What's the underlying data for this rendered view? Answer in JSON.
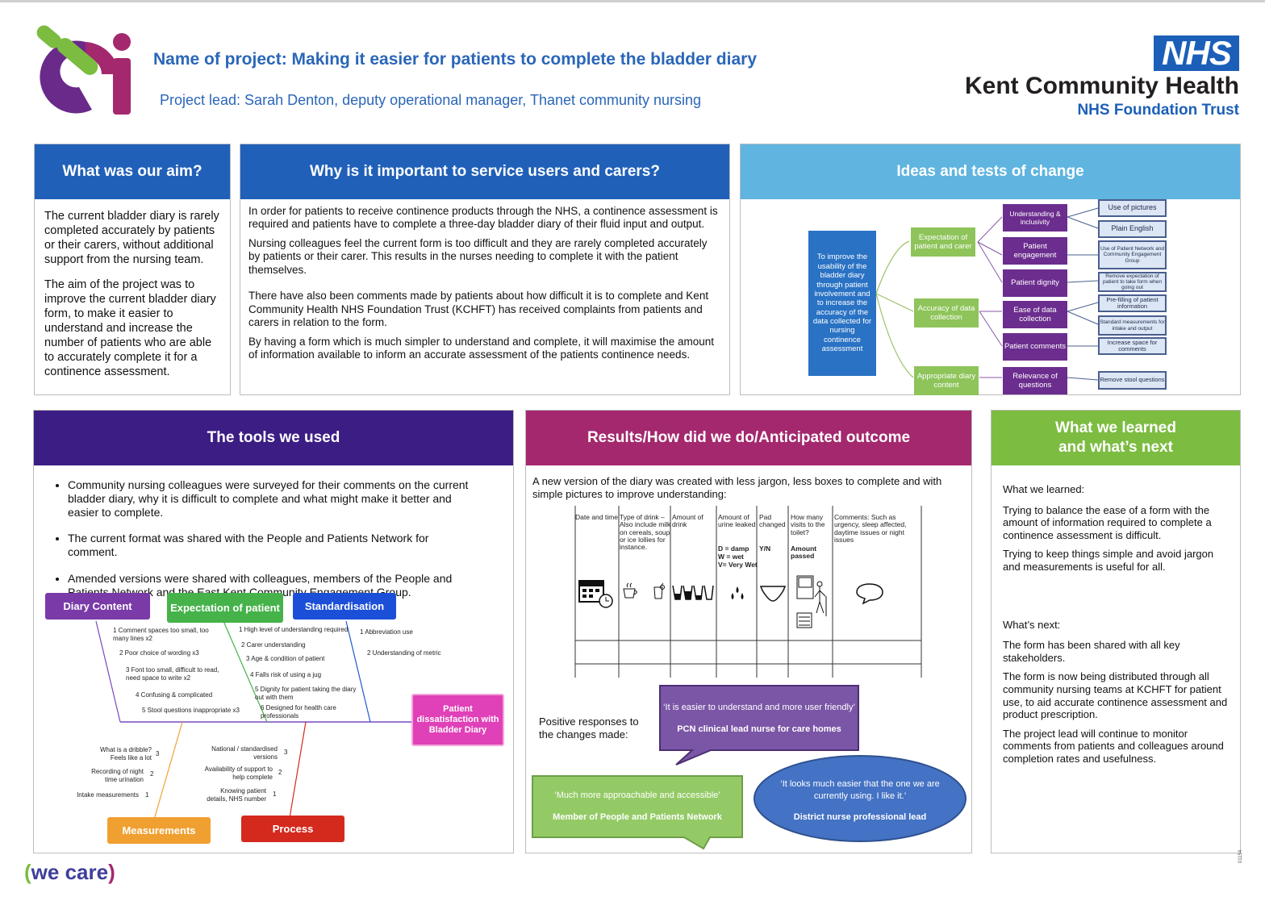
{
  "header": {
    "title": "Name of project: Making it easier for patients to complete the bladder diary",
    "lead": "Project lead: Sarah Denton, deputy operational manager, Thanet community nursing",
    "nhs_badge": "NHS",
    "org_name": "Kent Community Health",
    "org_sub": "NHS Foundation Trust"
  },
  "aim": {
    "heading": "What was our aim?",
    "p1": "The current bladder diary is rarely completed accurately by patients or their carers, without additional support from the nursing team.",
    "p2": "The aim of the project was to improve the current bladder diary form, to make it easier to understand and increase the number of patients who are able to accurately complete it for a continence assessment."
  },
  "why": {
    "heading": "Why is it important to service users and carers?",
    "p1": "In order for patients to receive continence products through the NHS, a continence assessment is required and patients have to complete a three-day bladder diary of their fluid input and output.",
    "p2": "Nursing colleagues feel the current form is too difficult and they are rarely completed accurately by patients or their carer.  This results in the nurses needing to complete it with the patient themselves.",
    "p3": "There have also been comments made by patients about how difficult it is to complete and Kent Community Health NHS Foundation Trust (KCHFT) has received complaints from patients and carers in relation to the form.",
    "p4": "By having a form which is much simpler to understand and complete, it will maximise the amount of information available to inform an accurate assessment of the patients continence needs."
  },
  "ideas": {
    "heading": "Ideas and tests of change",
    "root": "To improve the usability of the bladder diary through patient involvement and to increase the accuracy of the data collected for nursing continence assessment",
    "mid": [
      "Expectation of patient and carer",
      "Accuracy of data collection",
      "Appropriate diary content"
    ],
    "drivers": [
      "Understanding & inclusivity",
      "Patient engagement",
      "Patient dignity",
      "Ease of data collection",
      "Patient comments",
      "Relevance of questions"
    ],
    "leaves": [
      "Use of pictures",
      "Plain English",
      "Use of Patient Network and Community Engagement Group",
      "Remove expectation of patient to take form when going out",
      "Pre-filling of patient information",
      "Standard measurements for intake and output",
      "Increase space for comments",
      "Remove stool questions"
    ]
  },
  "tools": {
    "heading": "The tools we used",
    "bullets": [
      "Community nursing colleagues were surveyed for their comments on the current bladder diary, why it is difficult to complete and what might make it better and easier to complete.",
      "The current format was shared with the People and Patients Network for comment.",
      "Amended versions were shared with colleagues, members of the People and Patients Network and the East Kent Community Engagement Group."
    ],
    "fishbone": {
      "cat_diary": "Diary Content",
      "cat_expect": "Expectation of patient",
      "cat_standard": "Standardisation",
      "cat_measure": "Measurements",
      "cat_process": "Process",
      "effect": "Patient dissatisfaction with Bladder Diary",
      "diary_items": [
        "1  Comment spaces too small, too many lines x2",
        "2  Poor choice of wording x3",
        "3  Font too small, difficult to read, need space to write x2",
        "4  Confusing & complicated",
        "5  Stool questions inappropriate x3"
      ],
      "expect_items": [
        "1  High level of understanding required",
        "2  Carer understanding",
        "3  Age & condition of patient",
        "4  Falls risk of using a jug",
        "5  Dignity for patient taking the diary out with them",
        "6  Designed for health care professionals"
      ],
      "standard_items": [
        "1  Abbreviation use",
        "2  Understanding of metric"
      ],
      "measure_items": [
        "What is a dribble? Feels like a lot",
        "3",
        "Recording of night time  urination",
        "2",
        "Intake measurements",
        "1"
      ],
      "process_items": [
        "National / standardised versions",
        "3",
        "Availability of support to help complete",
        "2",
        "Knowing patient details, NHS number",
        "1"
      ]
    }
  },
  "results": {
    "heading": "Results/How did we do/Anticipated outcome",
    "intro": "A new version of the diary was created with less jargon, less boxes to complete and with simple pictures to improve understanding:",
    "table_headers": [
      "Date and time",
      "Type of drink – Also include milk on cereals, soup or ice lollies for instance.",
      "Amount of drink",
      "Amount of urine leaked",
      "Pad changed",
      "How many visits to the toilet?",
      "Comments: Such as urgency, sleep affected, daytime issues or night issues"
    ],
    "leak_key": [
      "D = damp",
      "W = wet",
      "V= Very Wet"
    ],
    "pad_key": "Y/N",
    "visits_key": "Amount passed",
    "positive_label": "Positive responses to the changes made:",
    "quotes": [
      {
        "text": "‘It is easier to understand and more user friendly’",
        "author": "PCN clinical lead nurse for care homes"
      },
      {
        "text": "‘Much more approachable and accessible’",
        "author": "Member of People and Patients Network"
      },
      {
        "text": "‘It looks much easier that the one we are currently using.  I like it.’",
        "author": "District nurse professional lead"
      }
    ]
  },
  "learned": {
    "heading_1": "What we learned",
    "heading_2": "and what’s next",
    "label_learned": "What we learned:",
    "l1": "Trying to balance the ease of a form with the amount of information required to complete a continence assessment is difficult.",
    "l2": "Trying to keep things simple and avoid jargon and measurements is useful for all.",
    "label_next": "What’s next:",
    "n1": "The form has been shared with all key stakeholders.",
    "n2": "The form is now being distributed through all community nursing teams at KCHFT for patient use, to aid accurate continence assessment and product prescription.",
    "n3": "The project lead will continue to monitor comments from patients and colleagues around completion rates and usefulness."
  },
  "footer": {
    "we_care": "we care",
    "ref": "01154"
  },
  "colors": {
    "blue": "#2060b8",
    "lightblue": "#5fb4e0",
    "purple": "#3c1d84",
    "magenta": "#a4286e",
    "green": "#7cbc41"
  }
}
